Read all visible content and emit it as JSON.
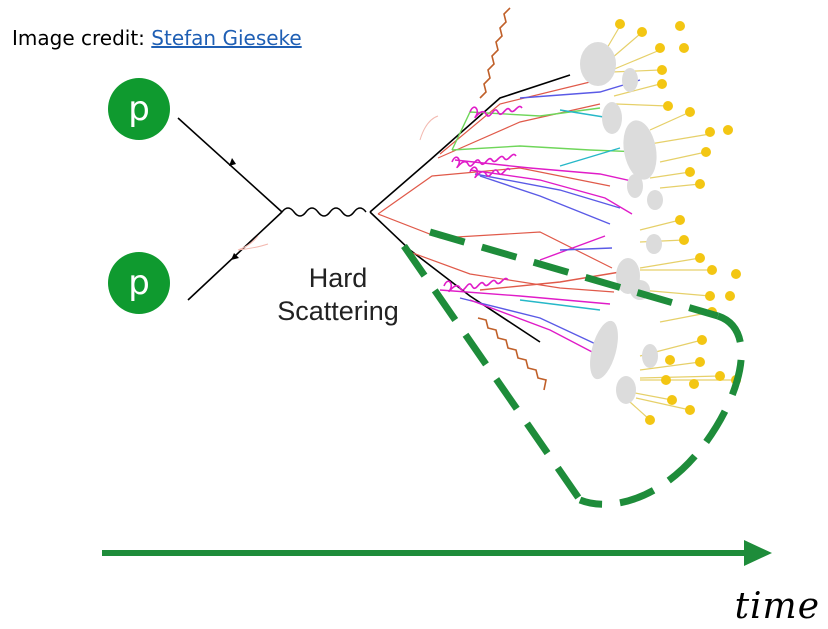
{
  "credit": {
    "prefix": "Image credit: ",
    "author": "Stefan Gieseke"
  },
  "protons": [
    {
      "label": "p"
    },
    {
      "label": "p"
    }
  ],
  "center_label": {
    "line1": "Hard",
    "line2": "Scattering"
  },
  "axis": {
    "label": "time"
  },
  "colors": {
    "green": "#1e8c3a",
    "proton_fill": "#0f9a2f",
    "hadron": "#f3c613",
    "cluster": "#dcdcdc",
    "gluon": "#e01cc8",
    "quark_blue": "#5a5ae6",
    "photon": "#c0602a",
    "parton_red": "#e05a4a",
    "light_green": "#6fd65a",
    "cyan": "#26b8c8"
  }
}
